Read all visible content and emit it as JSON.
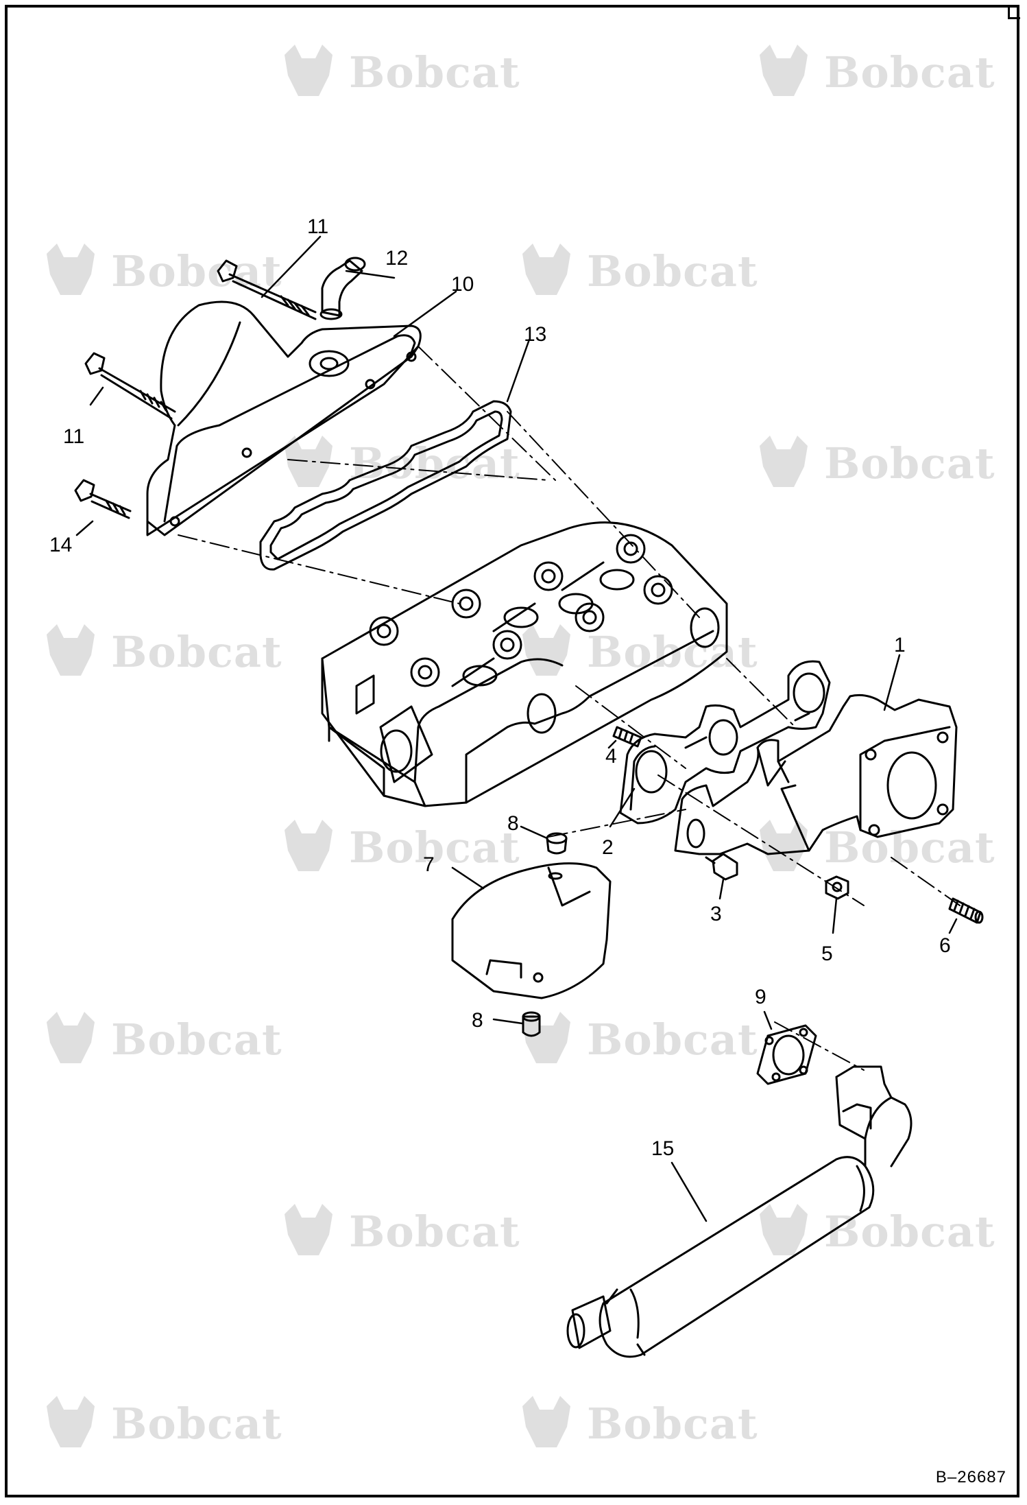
{
  "watermark": {
    "text": "Bobcat",
    "icon": "bobcat-head-logo"
  },
  "callouts": {
    "c1": "1",
    "c2": "2",
    "c3": "3",
    "c4": "4",
    "c5": "5",
    "c6": "6",
    "c7": "7",
    "c8a": "8",
    "c8b": "8",
    "c9": "9",
    "c10": "10",
    "c11a": "11",
    "c11b": "11",
    "c12": "12",
    "c13": "13",
    "c14": "14",
    "c15": "15"
  },
  "parts": [
    {
      "callout": "1",
      "icon": "exhaust-manifold-icon"
    },
    {
      "callout": "2",
      "icon": "manifold-gasket-icon"
    },
    {
      "callout": "3",
      "icon": "flange-bolt-icon"
    },
    {
      "callout": "4",
      "icon": "stud-icon"
    },
    {
      "callout": "5",
      "icon": "nut-icon"
    },
    {
      "callout": "6",
      "icon": "stud-icon"
    },
    {
      "callout": "7",
      "icon": "heat-shield-icon"
    },
    {
      "callout": "8",
      "icon": "screw-icon"
    },
    {
      "callout": "9",
      "icon": "muffler-gasket-icon"
    },
    {
      "callout": "10",
      "icon": "valve-cover-icon"
    },
    {
      "callout": "11",
      "icon": "bolt-icon"
    },
    {
      "callout": "12",
      "icon": "breather-elbow-icon"
    },
    {
      "callout": "13",
      "icon": "cover-gasket-icon"
    },
    {
      "callout": "14",
      "icon": "bolt-icon"
    },
    {
      "callout": "15",
      "icon": "muffler-icon"
    }
  ],
  "reference": "B–26687",
  "colors": {
    "ink": "#000000",
    "paper": "#ffffff",
    "watermark": "#000000"
  }
}
